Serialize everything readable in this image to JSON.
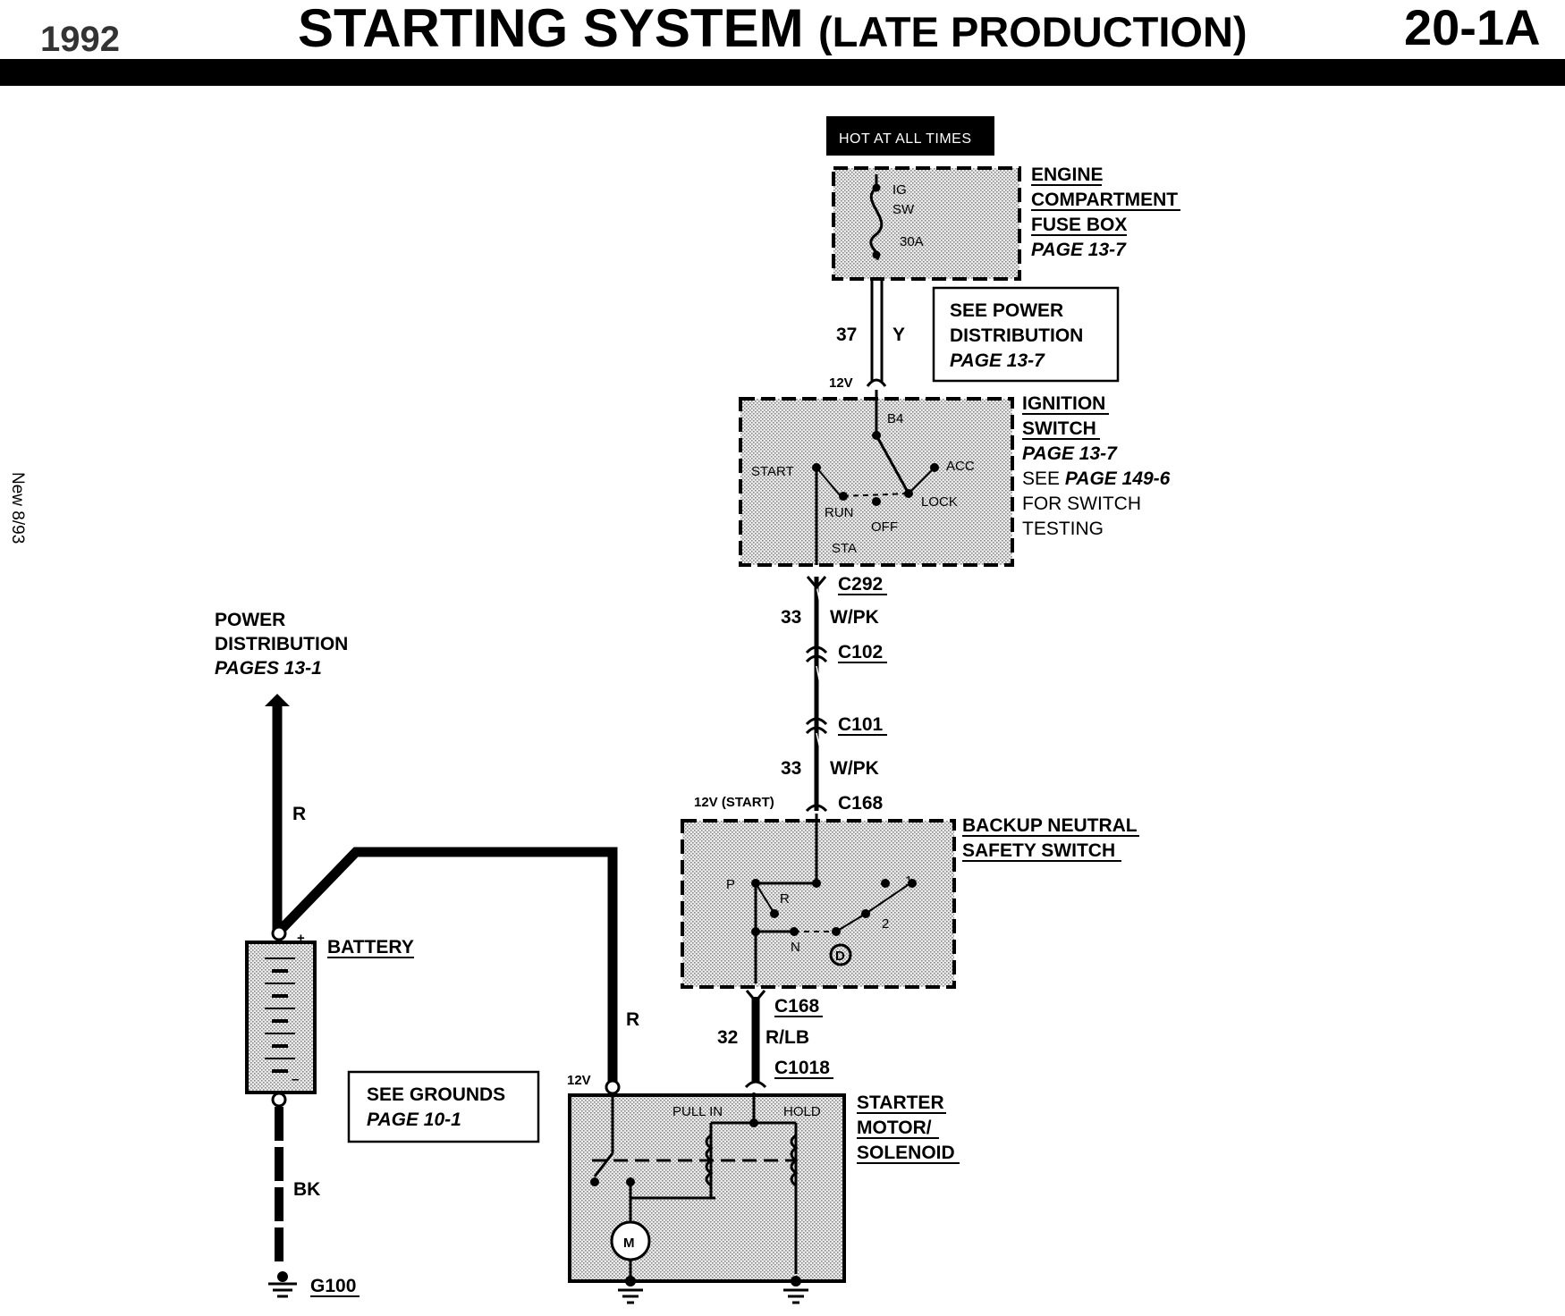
{
  "header": {
    "year": "1992",
    "title_main": "STARTING SYSTEM",
    "title_paren": "(LATE PRODUCTION)",
    "page_number": "20-1A"
  },
  "side_note": "New 8/93",
  "hot_box": "HOT AT ALL TIMES",
  "fuse_box": {
    "labels": [
      "ENGINE",
      "COMPARTMENT",
      "FUSE BOX"
    ],
    "page": "PAGE 13-7",
    "fuse_name_1": "IG",
    "fuse_name_2": "SW",
    "fuse_rating": "30A"
  },
  "see_power_box": {
    "line1": "SEE POWER",
    "line2": "DISTRIBUTION",
    "page": "PAGE 13-7"
  },
  "wire_37": {
    "circuit": "37",
    "color": "Y"
  },
  "voltage_12v": "12V",
  "ignition_switch": {
    "labels": [
      "IGNITION",
      "SWITCH"
    ],
    "page": "PAGE 13-7",
    "see_prefix": "SEE ",
    "see_page": "PAGE 149-6",
    "for_switch": "FOR SWITCH",
    "testing": "TESTING",
    "terminals": {
      "b4": "B4",
      "start": "START",
      "acc": "ACC",
      "run": "RUN",
      "off": "OFF",
      "lock": "LOCK",
      "sta": "STA"
    }
  },
  "connectors": {
    "c292": "C292",
    "c102": "C102",
    "c101": "C101",
    "c168_top": "C168",
    "c168_bottom": "C168",
    "c1018": "C1018"
  },
  "wire_33_upper": {
    "circuit": "33",
    "color": "W/PK"
  },
  "wire_33_lower": {
    "circuit": "33",
    "color": "W/PK"
  },
  "voltage_12v_start": "12V (START)",
  "backup_switch": {
    "labels": [
      "BACKUP NEUTRAL",
      "SAFETY SWITCH"
    ],
    "positions": {
      "p": "P",
      "r": "R",
      "n": "N",
      "d": "D",
      "one": "1",
      "two": "2"
    }
  },
  "wire_32": {
    "circuit": "32",
    "color": "R/LB"
  },
  "power_distribution": {
    "line1": "POWER",
    "line2": "DISTRIBUTION",
    "page": "PAGES 13-1"
  },
  "battery": {
    "label": "BATTERY",
    "plus": "+",
    "minus": "–"
  },
  "wire_r_battery": "R",
  "wire_r_starter": "R",
  "voltage_12v_starter": "12V",
  "see_grounds_box": {
    "line1": "SEE GROUNDS",
    "page": "PAGE 10-1"
  },
  "wire_bk": "BK",
  "ground_g100": "G100",
  "starter": {
    "labels": [
      "STARTER",
      "MOTOR/",
      "SOLENOID"
    ],
    "pull_in": "PULL IN",
    "hold": "HOLD",
    "motor": "M"
  }
}
